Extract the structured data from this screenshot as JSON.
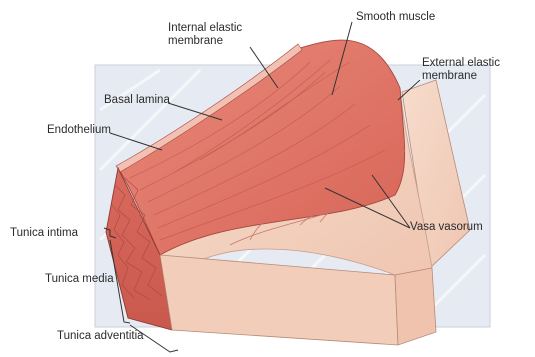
{
  "labels": {
    "smooth_muscle": "Smooth muscle",
    "internal_elastic_membrane": "Internal elastic\nmembrane",
    "external_elastic_membrane": "External elastic\nmembrane",
    "basal_lamina": "Basal lamina",
    "endothelium": "Endothelium",
    "vasa_vasorum": "Vasa vasorum",
    "tunica_intima": "Tunica intima",
    "tunica_media": "Tunica media",
    "tunica_adventitia": "Tunica adventitia"
  },
  "colors": {
    "background": "#ffffff",
    "panel": "#e8edf4",
    "media_top": "#e77f70",
    "media_front": "#d9675c",
    "adventitia": "#f4d3c1",
    "intima": "#f0b3a3",
    "leader": "#333333"
  }
}
